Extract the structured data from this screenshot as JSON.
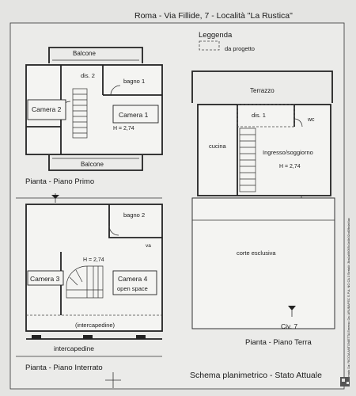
{
  "header": {
    "title": "Roma -  Via Fillide, 7 - Località \"La Rustica\"",
    "legend_title": "Leggenda",
    "legend_item": "da progetto"
  },
  "piano_primo": {
    "balcone_top": "Balcone",
    "dis": "dis. 2",
    "bagno": "bagno 1",
    "camera2": "Camera 2",
    "camera1": "Camera 1",
    "height": "H = 2,74",
    "balcone_bottom": "Balcone",
    "caption": "Pianta - Piano Primo"
  },
  "piano_interrato": {
    "bagno": "bagno 2",
    "va": "va",
    "height": "H = 2,74",
    "camera3": "Camera 3",
    "camera4": "Camera 4",
    "open_space": "open space",
    "intercapedine_inner": "(intercapedine)",
    "intercapedine_outer": "intercapedine",
    "caption": "Pianta - Piano Interrato"
  },
  "piano_terra": {
    "terrazzo": "Terrazzo",
    "dis": "dis. 1",
    "wc": "wc",
    "cucina": "cucina",
    "ingresso": "Ingresso/soggiorno",
    "height": "H = 2,74",
    "corte": "corte esclusiva",
    "civ": "Civ. 7",
    "caption": "Pianta - Piano Terra"
  },
  "footer": {
    "schema": "Schema planimetrico - Stato Attuale"
  },
  "side_stamp": "Firmato Da: RICCIA ANTONIETTA Emesso Da: ARUBAPEC S.P.A. NG CA 3 Serial#: 3ba1a06085c1d4b02cd3fbdaf4ac"
}
